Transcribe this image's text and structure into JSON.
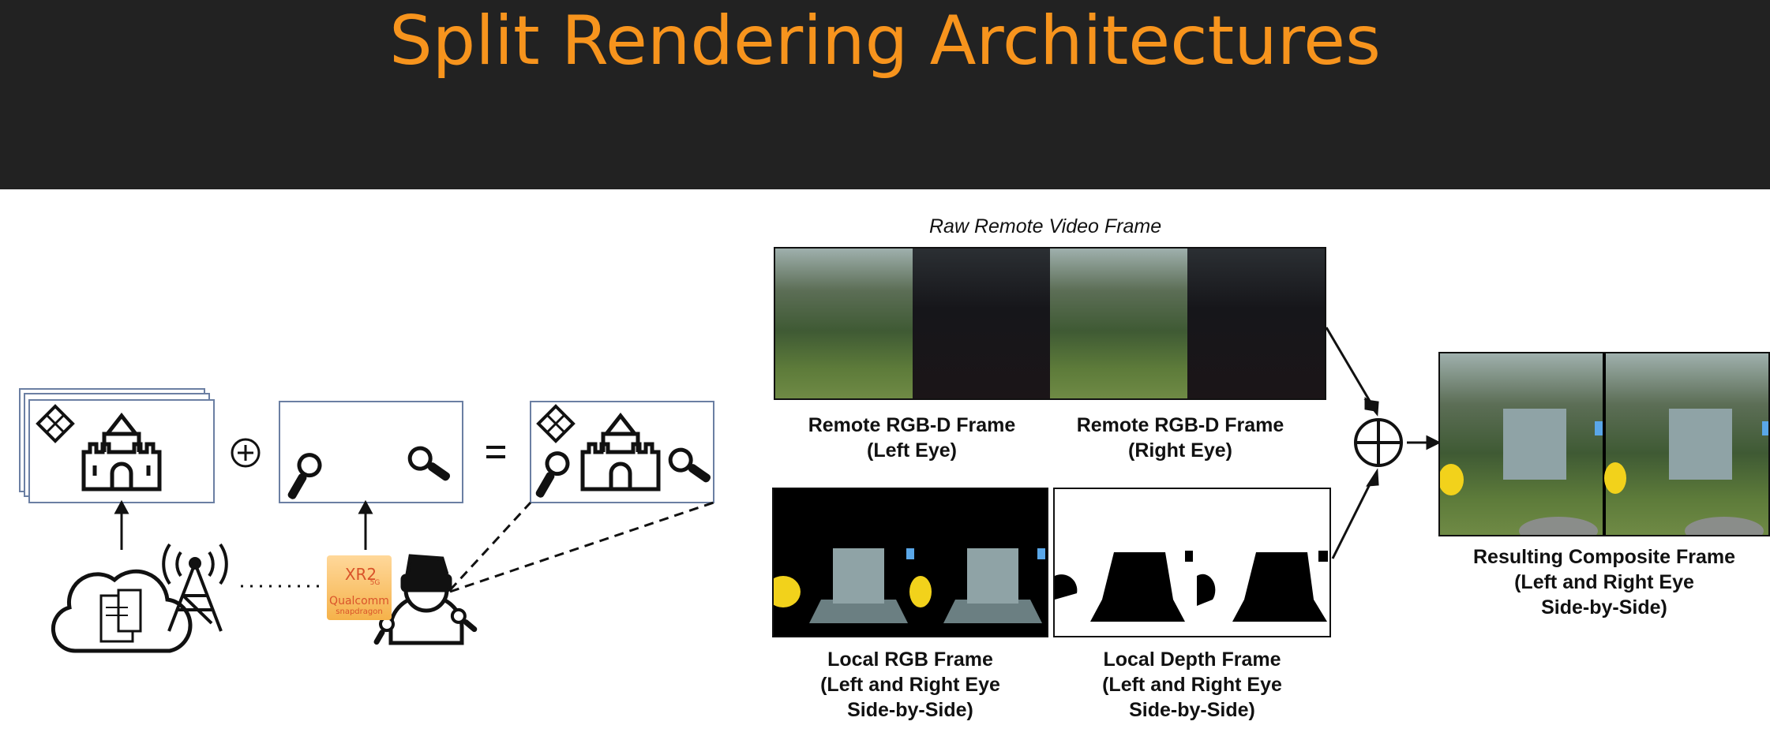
{
  "header": {
    "title": "Split Rendering Architectures"
  },
  "left_diagram": {
    "chip": {
      "model": "XR2",
      "sub": "5G",
      "brand": "Qualcomm",
      "line": "snapdragon"
    },
    "operators": {
      "plus": "⊕",
      "equals": "="
    }
  },
  "right_diagram": {
    "raw_label": "Raw Remote Video Frame",
    "remote_left_label": "Remote RGB-D Frame\n(Left Eye)",
    "remote_right_label": "Remote RGB-D Frame\n(Right Eye)",
    "local_rgb_label": "Local RGB Frame\n(Left and Right Eye\nSide-by-Side)",
    "local_depth_label": "Local Depth Frame\n(Left and Right Eye\nSide-by-Side)",
    "composite_label": "Resulting Composite Frame\n(Left and Right Eye\nSide-by-Side)",
    "combine_symbol": "⊕"
  },
  "colors": {
    "title": "#f7941d",
    "header_bg": "#222222",
    "chip": "#f5b24a",
    "duck": "#f2d21b",
    "marker": "#5aa7e8"
  }
}
